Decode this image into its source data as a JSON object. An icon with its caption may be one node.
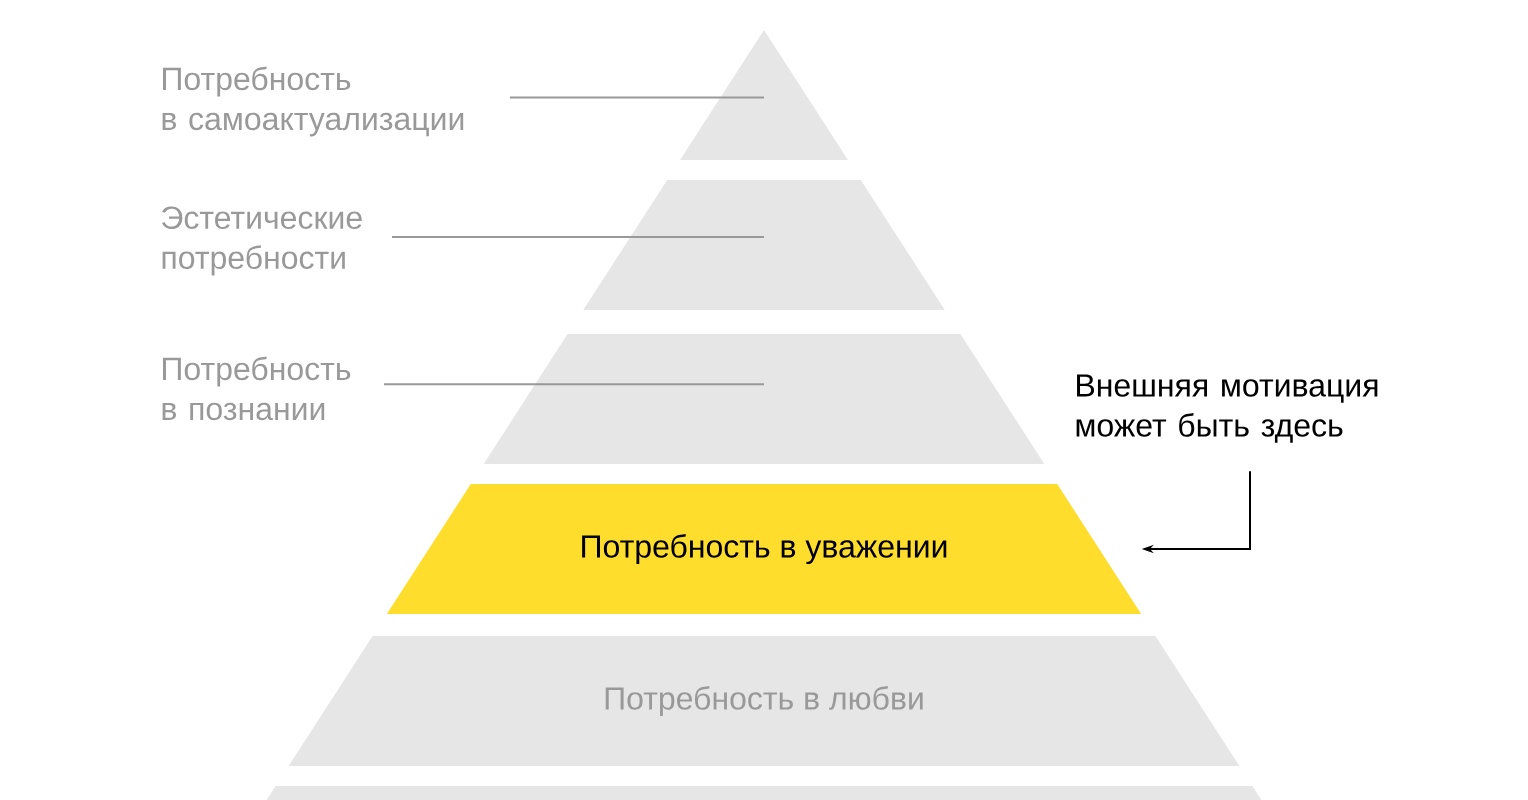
{
  "diagram": {
    "nodes": [
      {
        "text": [
          "Потребность в самоактуализации"
        ]
      },
      {
        "text": [],
        "shape": "triangle"
      },
      {
        "text": [
          "Эстетические потребности"
        ]
      },
      {
        "text": [],
        "shape": "trapezoid"
      },
      {
        "text": [
          "Потребность в познании"
        ]
      },
      {
        "text": [],
        "shape": "trapezoid"
      },
      {
        "text": [
          "Потребность в уважении"
        ]
      },
      {
        "text": [
          "Внешняя мотивация может быть здесь"
        ]
      },
      {
        "text": [
          "Потребность в любви"
        ]
      },
      {
        "text": [],
        "shape": "trapezoid"
      }
    ],
    "edges": [
      {
        "from": 0,
        "to": 1,
        "arrow": "none"
      },
      {
        "from": 2,
        "to": 3,
        "arrow": "none"
      },
      {
        "from": 4,
        "to": 5,
        "arrow": "none"
      },
      {
        "from": 7,
        "to": 6,
        "arrow": "to",
        "color": "#000000"
      }
    ]
  }
}
